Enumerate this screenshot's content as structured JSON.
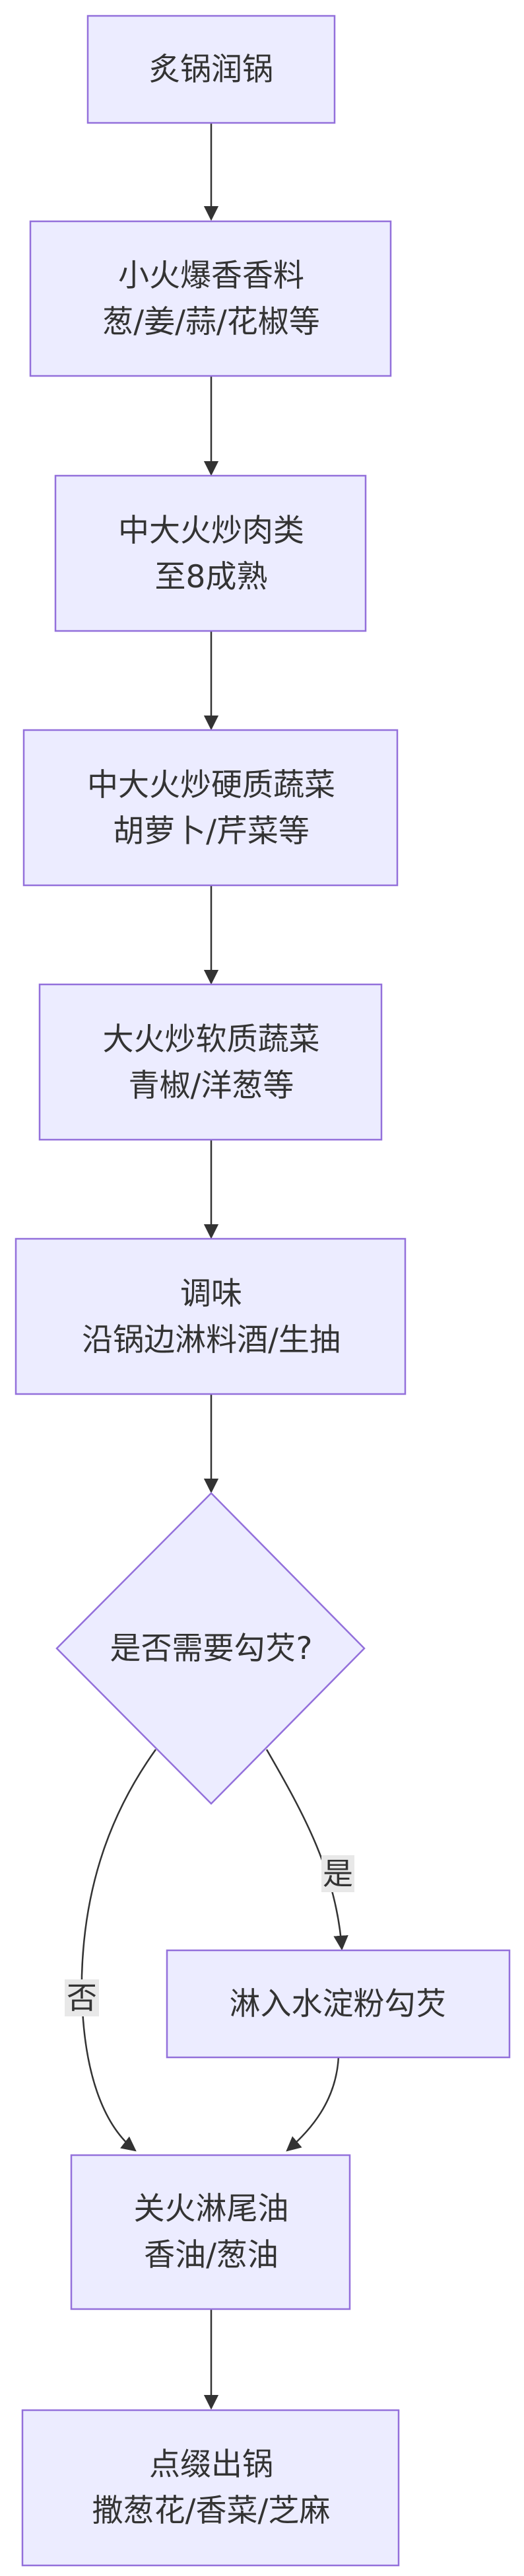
{
  "colors": {
    "node_fill": "#ECECFF",
    "node_stroke": "#9370DB",
    "edge": "#333333",
    "text": "#333333",
    "label_bg": "#e8e8e8"
  },
  "nodes": {
    "heat_pan": {
      "lines": [
        "炙锅润锅"
      ]
    },
    "aromatics": {
      "lines": [
        "小火爆香香料",
        "葱/姜/蒜/花椒等"
      ]
    },
    "meat": {
      "lines": [
        "中大火炒肉类",
        "至8成熟"
      ]
    },
    "hard_veg": {
      "lines": [
        "中大火炒硬质蔬菜",
        "胡萝卜/芹菜等"
      ]
    },
    "soft_veg": {
      "lines": [
        "大火炒软质蔬菜",
        "青椒/洋葱等"
      ]
    },
    "season": {
      "lines": [
        "调味",
        "沿锅边淋料酒/生抽"
      ]
    },
    "decision": {
      "lines": [
        "是否需要勾芡?"
      ]
    },
    "thicken": {
      "lines": [
        "淋入水淀粉勾芡"
      ]
    },
    "finish_oil": {
      "lines": [
        "关火淋尾油",
        "香油/葱油"
      ]
    },
    "garnish": {
      "lines": [
        "点缀出锅",
        "撒葱花/香菜/芝麻"
      ]
    }
  },
  "edge_labels": {
    "yes": "是",
    "no": "否"
  }
}
